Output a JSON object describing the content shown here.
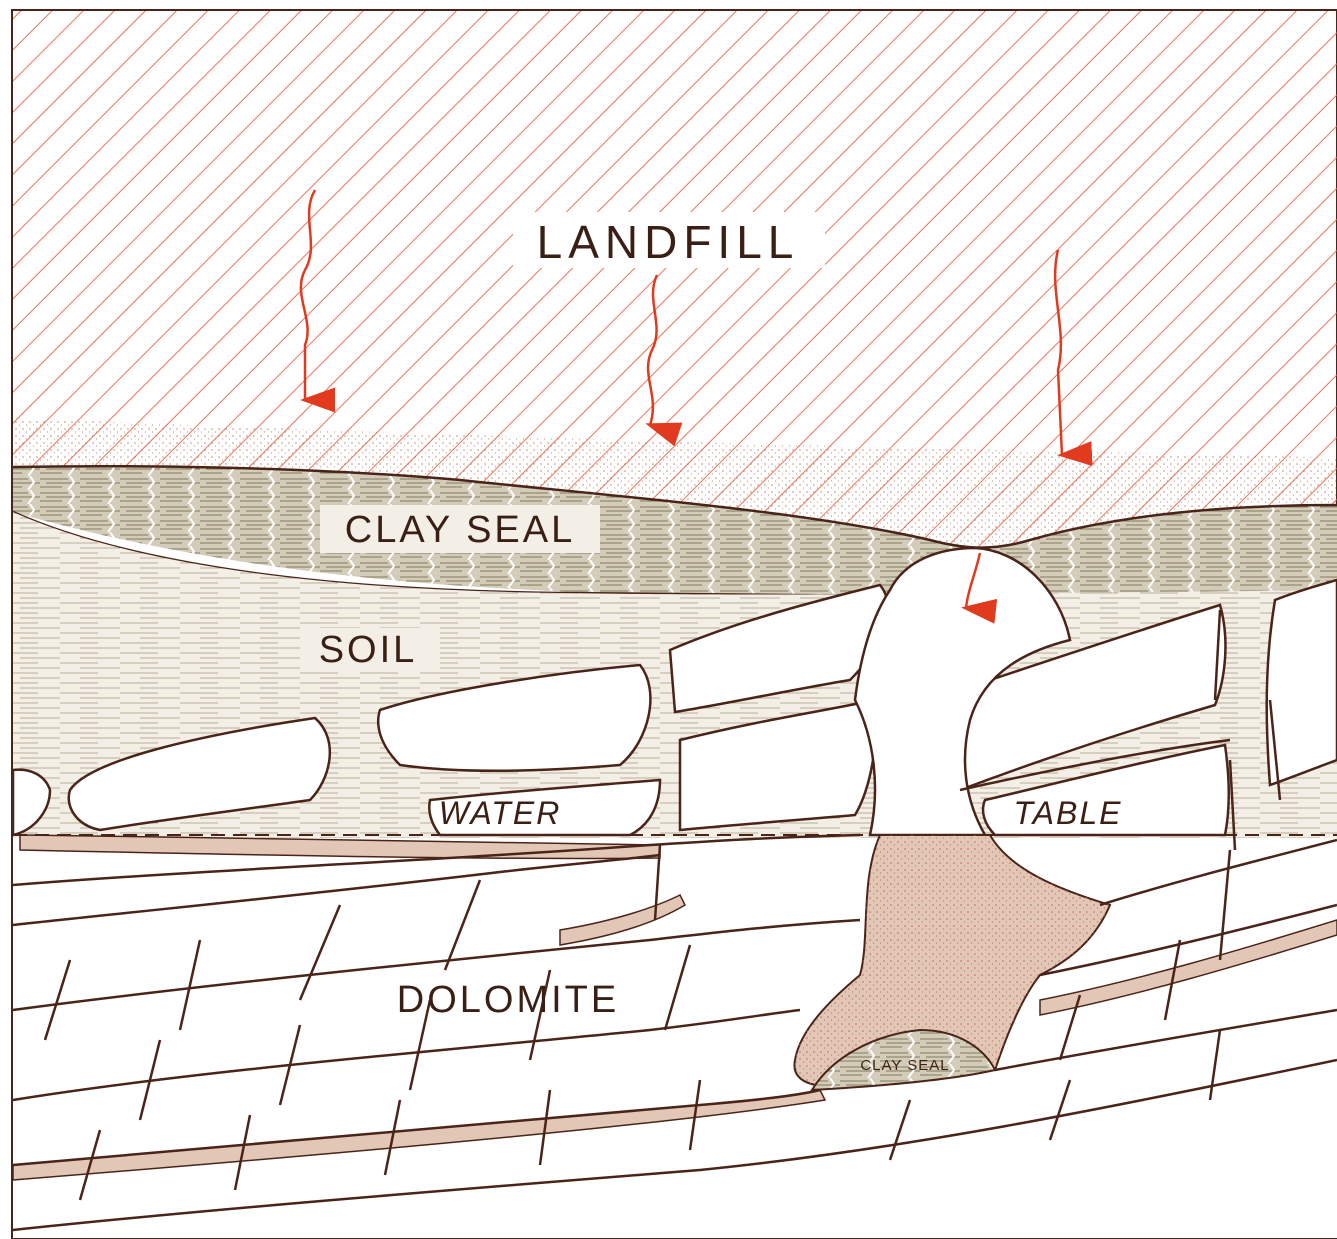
{
  "diagram": {
    "labels": {
      "landfill": "LANDFILL",
      "clay_seal_top": "CLAY SEAL",
      "soil": "SOIL",
      "water": "WATER",
      "table": "TABLE",
      "dolomite": "DOLOMITE",
      "clay_seal_bottom": "CLAY SEAL"
    },
    "colors": {
      "landfill_hatch": "#e4502f",
      "outline": "#4a2418",
      "clay_fill": "#cbc4b0",
      "soil_lines": "#b8ae98",
      "leachate_fill": "#e3c7b6",
      "arrow": "#e23a1f"
    }
  }
}
